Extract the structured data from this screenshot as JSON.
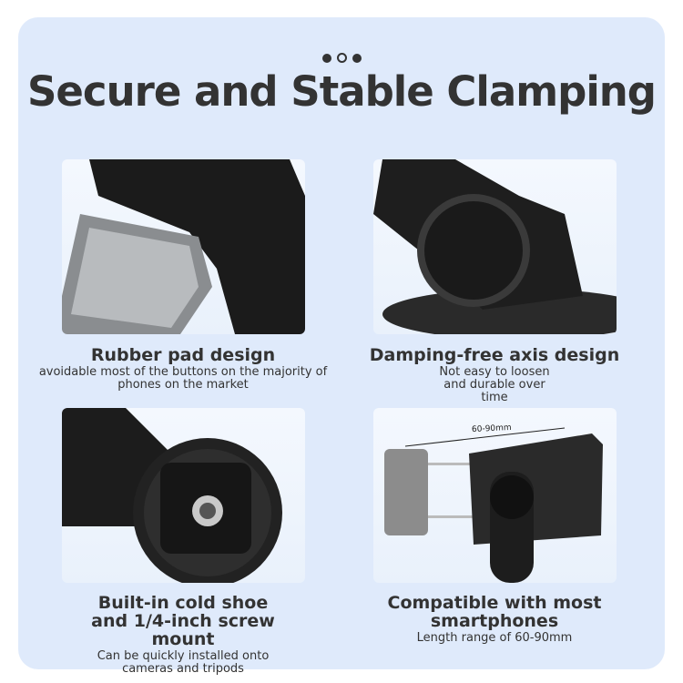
{
  "title": "Secure and Stable Clamping",
  "features": [
    {
      "heading": "Rubber pad design",
      "description": "avoidable most of the buttons on the majority of phones on the market"
    },
    {
      "heading": "Damping-free axis design",
      "description": "Not easy to loosen and durable over time"
    },
    {
      "heading": "Built-in cold shoe and 1/4-inch screw mount",
      "description": "Can be quickly installed onto cameras and tripods"
    },
    {
      "heading": "Compatible with most smartphones",
      "description": "Length range of 60-90mm"
    }
  ],
  "image_labels": {
    "clamp_range": "60-90mm"
  },
  "colors": {
    "panel": "#dfeafb",
    "text": "#333333"
  }
}
